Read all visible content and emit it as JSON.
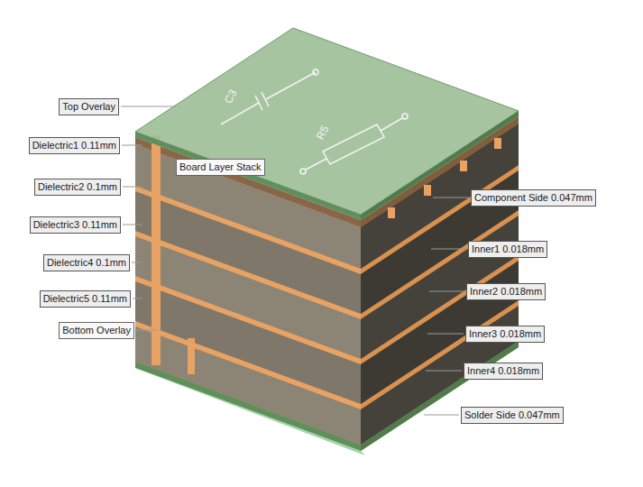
{
  "diagram": {
    "nodes": [
      {
        "text": [
          "Top Overlay"
        ]
      },
      {
        "text": [
          "Dielectric1 0.11mm"
        ]
      },
      {
        "text": [
          "Board Layer Stack"
        ]
      },
      {
        "text": [
          "Dielectric2 0.1mm"
        ]
      },
      {
        "text": [
          "Component Side 0.047mm"
        ]
      },
      {
        "text": [
          "Dielectric3 0.11mm"
        ]
      },
      {
        "text": [
          "Inner1 0.018mm"
        ]
      },
      {
        "text": [
          "Dielectric4 0.1mm"
        ]
      },
      {
        "text": [
          "Inner2 0.018mm"
        ]
      },
      {
        "text": [
          "Dielectric5 0.11mm"
        ]
      },
      {
        "text": [
          "Inner3 0.018mm"
        ]
      },
      {
        "text": [
          "Bottom Overlay"
        ]
      },
      {
        "text": [
          "Inner4 0.018mm"
        ]
      },
      {
        "text": [
          "Solder Side 0.047mm"
        ]
      }
    ],
    "labels": [
      "C3",
      "R5"
    ]
  }
}
